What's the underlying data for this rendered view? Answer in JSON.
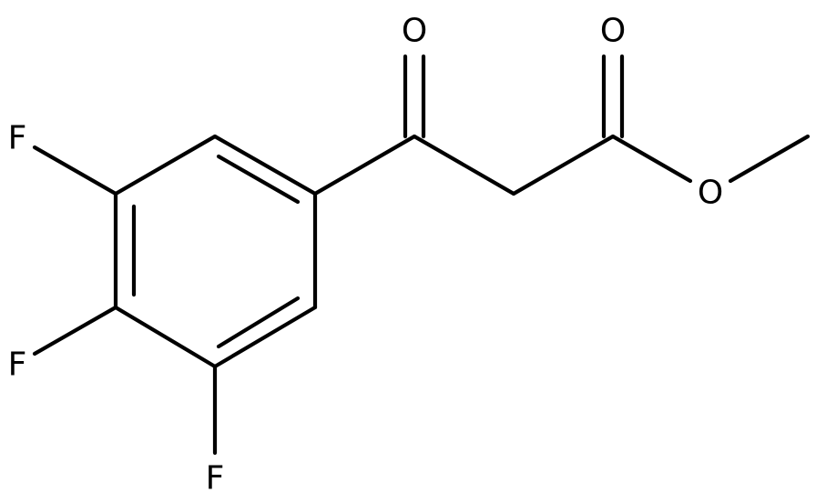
{
  "structure": {
    "atom_labels": {
      "ketone_oxygen": "O",
      "carbonyl_oxygen": "O",
      "ester_oxygen": "O",
      "fluorine_top": "F",
      "fluorine_middle": "F",
      "fluorine_bottom": "F"
    }
  }
}
